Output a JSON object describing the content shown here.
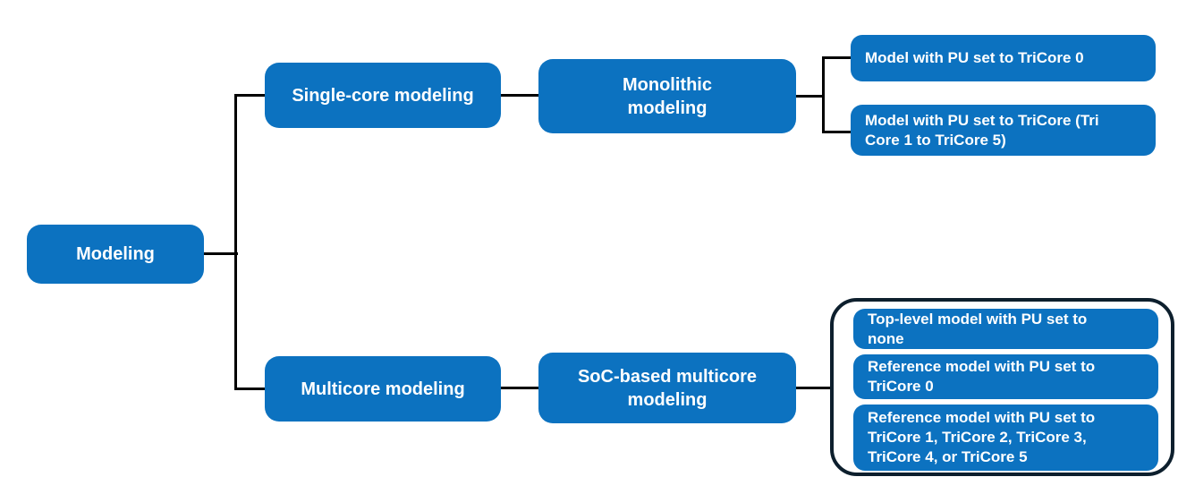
{
  "colors": {
    "node_fill": "#0c72c0",
    "node_text": "#ffffff",
    "connector": "#000000",
    "group_border": "#0d1f2d",
    "background": "#ffffff"
  },
  "tree": {
    "root": {
      "label": "Modeling"
    },
    "branches": [
      {
        "label": "Single-core modeling",
        "child": {
          "label": "Monolithic\nmodeling"
        },
        "leaves": [
          {
            "label": "Model with PU set to TriCore 0"
          },
          {
            "label": "Model with PU set to TriCore (Tri\nCore 1 to TriCore 5)"
          }
        ]
      },
      {
        "label": "Multicore modeling",
        "child": {
          "label": "SoC-based multicore\nmodeling"
        },
        "leaf_group": {
          "items": [
            {
              "label": "Top-level model with PU set to\nnone"
            },
            {
              "label": "Reference model with PU set to\nTriCore 0"
            },
            {
              "label": "Reference model with PU set to\nTriCore 1, TriCore 2, TriCore 3,\nTriCore 4, or TriCore 5"
            }
          ]
        }
      }
    ]
  }
}
